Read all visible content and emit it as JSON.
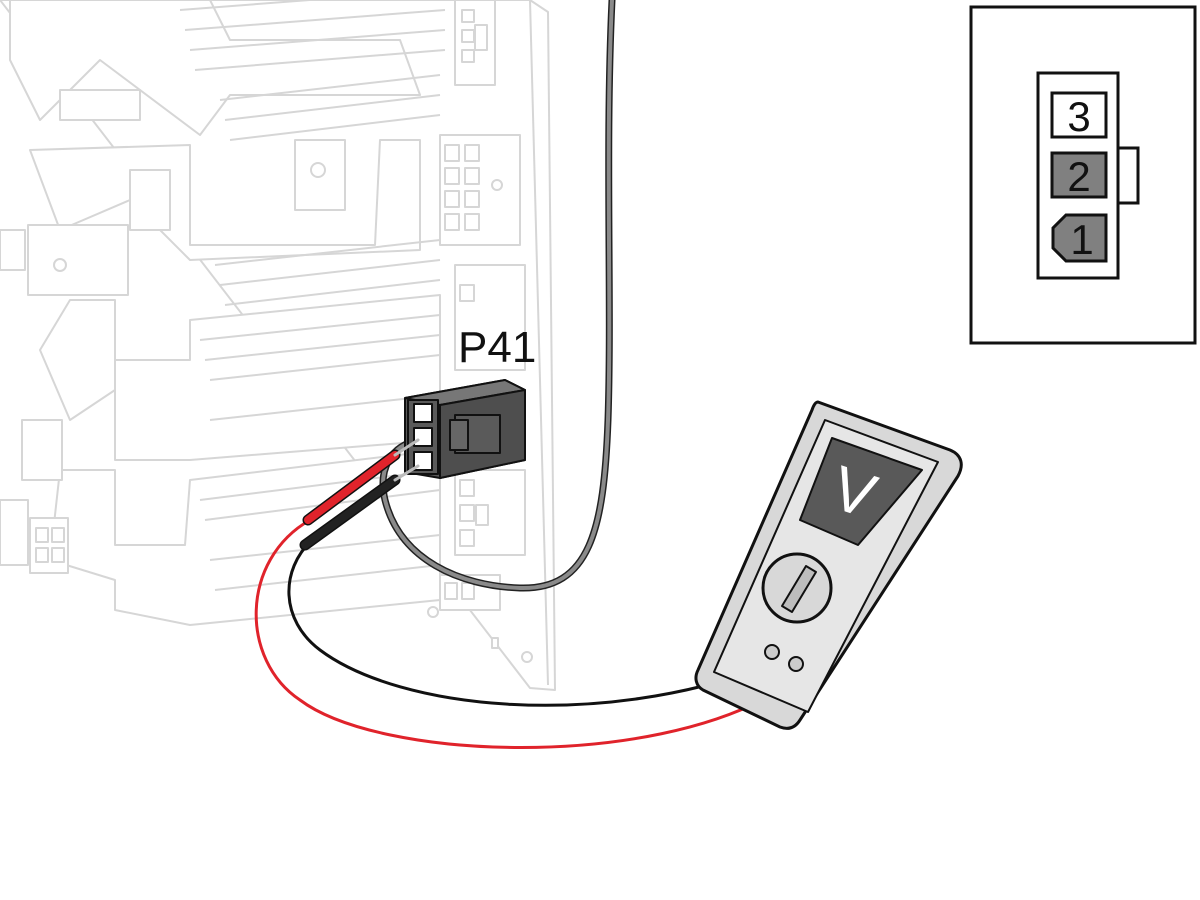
{
  "connector_label": "P41",
  "meter": {
    "mode": "V"
  },
  "pinout": {
    "pins": [
      {
        "number": "3",
        "fill": "#ffffff"
      },
      {
        "number": "2",
        "fill": "#808080"
      },
      {
        "number": "1",
        "fill": "#808080"
      }
    ]
  },
  "colors": {
    "board_line": "#d6d6d6",
    "connector": "#5a5a5a",
    "red_lead": "#e0232b",
    "black_lead": "#111111",
    "gray_wire": "#8a8a8a",
    "meter_body": "#d8d8d8",
    "meter_display": "#595959"
  }
}
